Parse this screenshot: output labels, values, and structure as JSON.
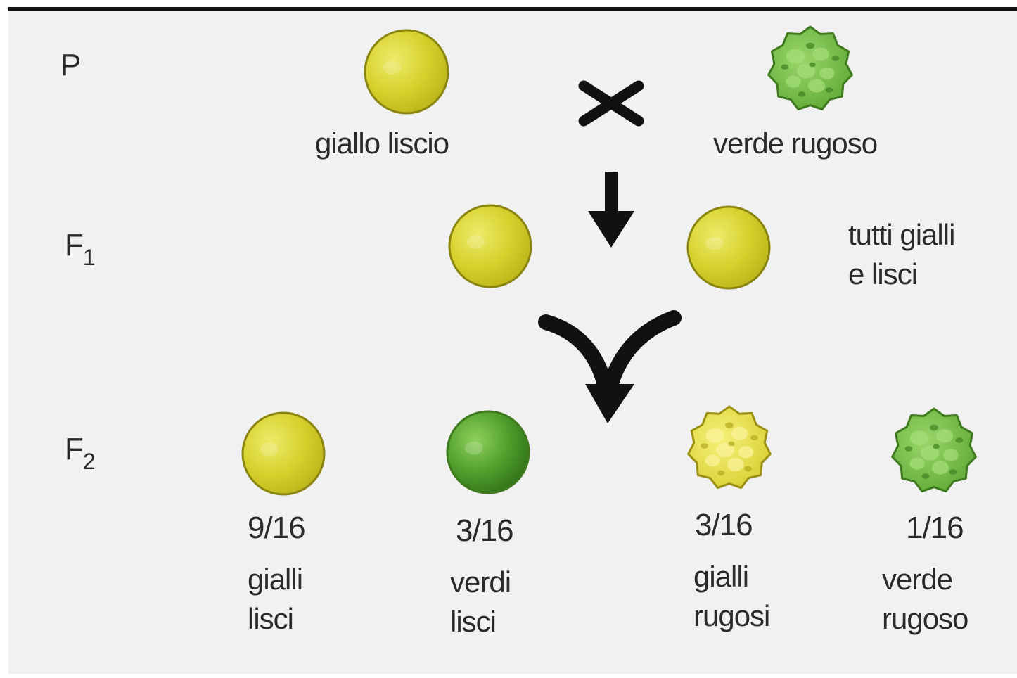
{
  "generations": {
    "p": {
      "label": "P",
      "sub": ""
    },
    "f1": {
      "label": "F",
      "sub": "1"
    },
    "f2": {
      "label": "F",
      "sub": "2"
    }
  },
  "parents": {
    "left": {
      "label": "giallo liscio",
      "color": "yellow",
      "shape": "smooth"
    },
    "right": {
      "label": "verde rugoso",
      "color": "green",
      "shape": "wrinkled"
    },
    "cross_symbol": "×"
  },
  "f1": {
    "note_line1": "tutti gialli",
    "note_line2": "e lisci",
    "seeds": [
      {
        "color": "yellow",
        "shape": "smooth"
      },
      {
        "color": "yellow",
        "shape": "smooth"
      }
    ]
  },
  "f2": [
    {
      "fraction": "9/16",
      "line1": "gialli",
      "line2": "lisci",
      "color": "yellow",
      "shape": "smooth"
    },
    {
      "fraction": "3/16",
      "line1": "verdi",
      "line2": "lisci",
      "color": "green",
      "shape": "smooth"
    },
    {
      "fraction": "3/16",
      "line1": "gialli",
      "line2": "rugosi",
      "color": "yellow",
      "shape": "wrinkled"
    },
    {
      "fraction": "1/16",
      "line1": "verde",
      "line2": "rugoso",
      "color": "green",
      "shape": "wrinkled"
    }
  ],
  "colors": {
    "yellow_fill": "#d9d431",
    "yellow_edge": "#8a8410",
    "green_fill": "#5aa832",
    "green_edge": "#3f7a1e",
    "arrow": "#111111",
    "background": "#f1f1f2",
    "top_rule": "#111111"
  }
}
